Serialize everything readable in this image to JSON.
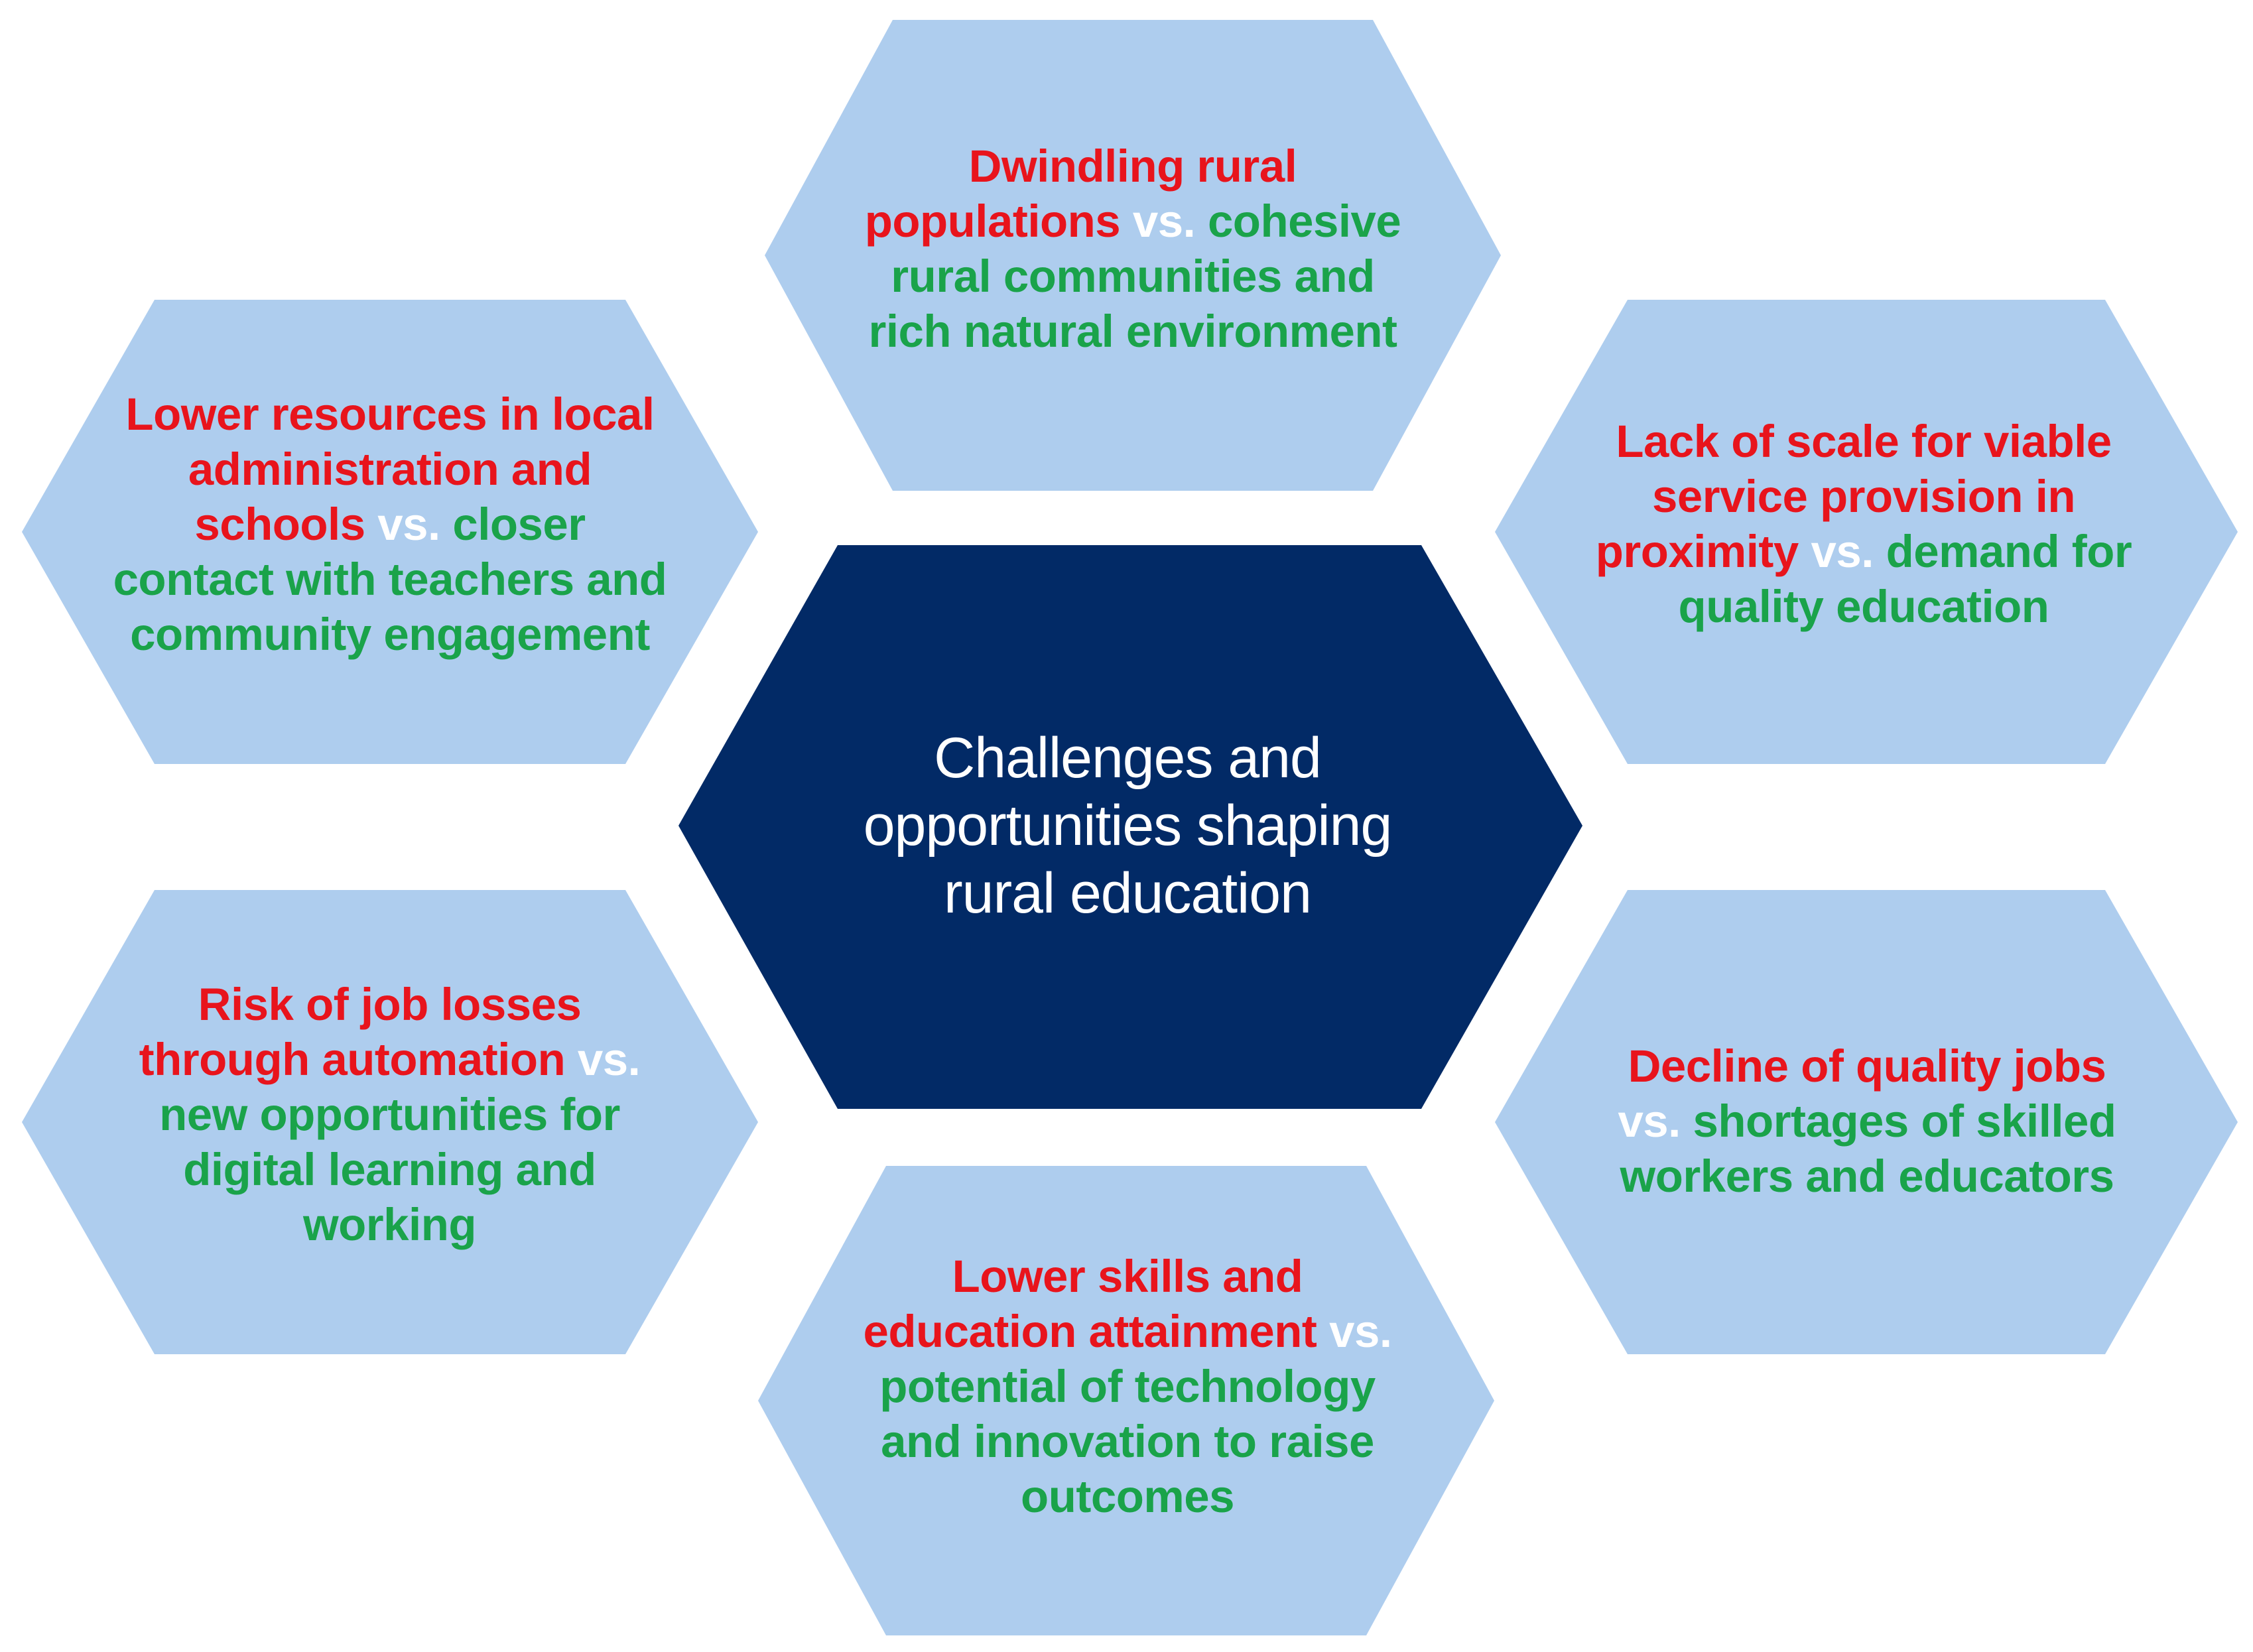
{
  "colors": {
    "outer_fill": "#aecdee",
    "center_fill": "#022a66",
    "challenge_text": "#e8141c",
    "opportunity_text": "#1aa34a",
    "vs_text": "#ffffff",
    "center_text": "#ffffff"
  },
  "center": {
    "title": "Challenges and opportunities shaping rural education"
  },
  "hexes": {
    "top": {
      "challenge": "Dwindling  rural populations",
      "vs": "vs.",
      "opportunity": "cohesive rural communities and rich natural environment"
    },
    "upper_left": {
      "challenge": "Lower resources in local administration and schools",
      "vs": "vs.",
      "opportunity": "closer contact with teachers and community engagement"
    },
    "upper_right": {
      "challenge": "Lack of scale for viable service provision in proximity",
      "vs": "vs.",
      "opportunity": "demand for quality education"
    },
    "lower_left": {
      "challenge": "Risk of job losses through automation",
      "vs": "vs.",
      "opportunity": "new opportunities for digital learning and working"
    },
    "lower_right": {
      "challenge": "Decline of quality jobs",
      "vs": "vs.",
      "opportunity": "shortages of skilled workers and educators"
    },
    "bottom": {
      "challenge": "Lower skills and education attainment",
      "vs": "vs.",
      "opportunity": "potential of technology and innovation to raise outcomes"
    }
  }
}
